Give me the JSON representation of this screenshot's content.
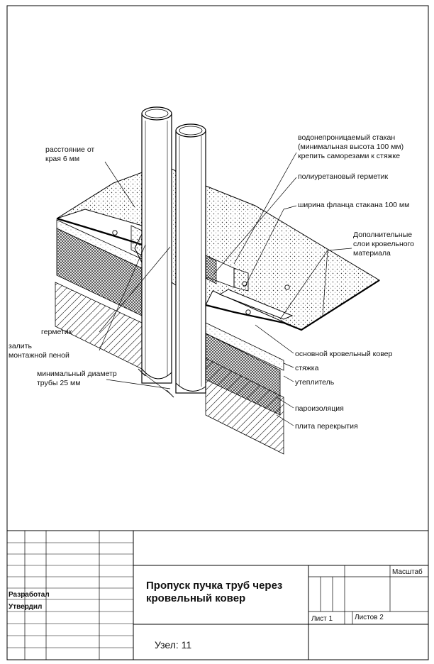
{
  "callouts": {
    "edge_distance": [
      "расстояние от",
      "края 6 мм"
    ],
    "sleeve": [
      "водонепроницаемый стакан",
      "(минимальная высота 100 мм)",
      "крепить саморезами к стяжке"
    ],
    "pu_sealant": "полиуретановый герметик",
    "flange_width": "ширина фланца стакана 100 мм",
    "extra_layers": [
      "Дополнительные",
      "слои кровельного",
      "материала"
    ],
    "sealant": "герметик",
    "foam": [
      "залить",
      "монтажной пеной"
    ],
    "min_diameter": [
      "минимальный диаметр",
      "трубы 25 мм"
    ],
    "main_membrane": "основной кровельный ковер",
    "screed": "стяжка",
    "insulation": "утеплитель",
    "vapor_barrier": "пароизоляция",
    "slab": "плита перекрытия"
  },
  "title_block": {
    "title_line1": "Пропуск пучка труб через",
    "title_line2": "кровельный ковер",
    "node_label": "Узел: 11",
    "developed_by": "Разработал",
    "approved_by": "Утвердил",
    "scale_label": "Масштаб",
    "sheet_label": "Лист 1",
    "sheets_label": "Листов 2"
  }
}
